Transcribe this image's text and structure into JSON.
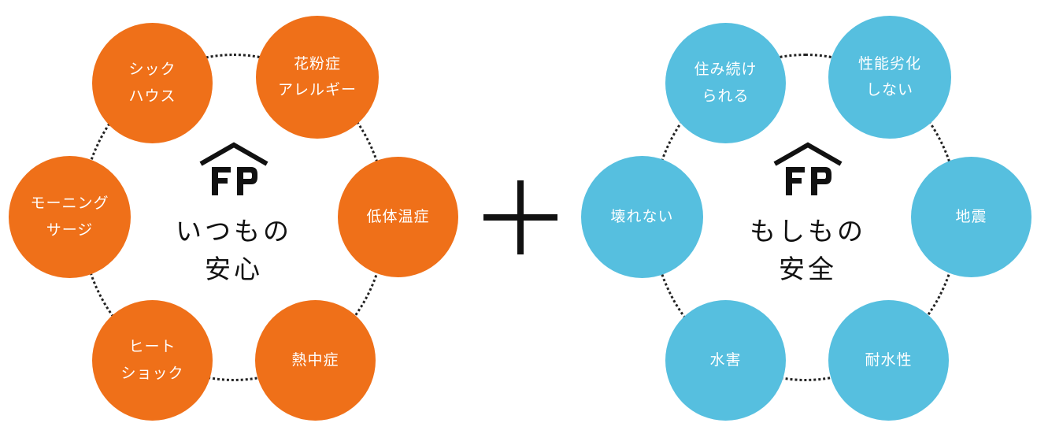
{
  "colors": {
    "anshin_accent": "#EF7019",
    "anzen_accent": "#56BFDF",
    "text_dark": "#111111",
    "node_text": "#ffffff"
  },
  "logo": {
    "text": "FP",
    "icon": "house-icon"
  },
  "anshin": {
    "center_line1": "いつもの",
    "center_line2": "安心",
    "nodes": [
      {
        "line1": "シック",
        "line2": "ハウス"
      },
      {
        "line1": "花粉症",
        "line2": "アレルギー"
      },
      {
        "line1": "低体温症",
        "line2": ""
      },
      {
        "line1": "熱中症",
        "line2": ""
      },
      {
        "line1": "ヒート",
        "line2": "ショック"
      },
      {
        "line1": "モーニング",
        "line2": "サージ"
      }
    ]
  },
  "plus_symbol": "+",
  "anzen": {
    "center_line1": "もしもの",
    "center_line2": "安全",
    "nodes": [
      {
        "line1": "住み続け",
        "line2": "られる"
      },
      {
        "line1": "性能劣化",
        "line2": "しない"
      },
      {
        "line1": "地震",
        "line2": ""
      },
      {
        "line1": "耐水性",
        "line2": ""
      },
      {
        "line1": "水害",
        "line2": ""
      },
      {
        "line1": "壊れない",
        "line2": ""
      }
    ]
  }
}
